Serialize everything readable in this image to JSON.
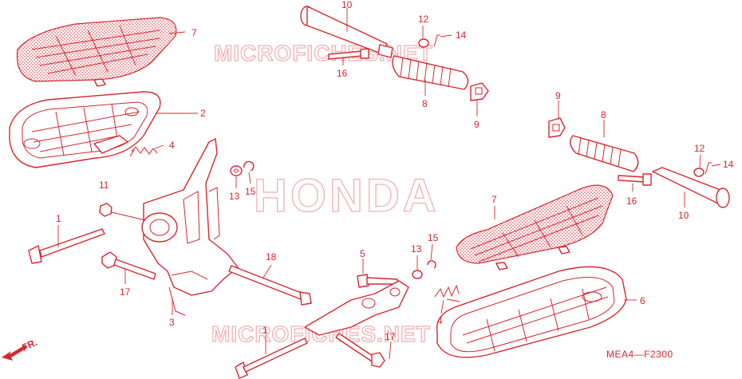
{
  "watermarks": {
    "brand": "HONDA",
    "site_top": "MICROFICHES.NET",
    "site_bottom": "MICROFICHES.NET"
  },
  "diagram_code": "MEA4—F2300",
  "front_arrow_label": "FR.",
  "callouts": {
    "c1_a": "1",
    "c1_b": "1",
    "c2": "2",
    "c3": "3",
    "c4_a": "4",
    "c4_b": "4",
    "c5": "5",
    "c6": "6",
    "c7_a": "7",
    "c7_b": "7",
    "c8_a": "8",
    "c8_b": "8",
    "c9_a": "9",
    "c9_b": "9",
    "c10_a": "10",
    "c10_b": "10",
    "c11": "11",
    "c12_a": "12",
    "c12_b": "12",
    "c13_a": "13",
    "c13_b": "13",
    "c14_a": "14",
    "c14_b": "14",
    "c15_a": "15",
    "c15_b": "15",
    "c16_a": "16",
    "c16_b": "16",
    "c17_a": "17",
    "c17_b": "17",
    "c18": "18"
  },
  "colors": {
    "line": "#d8262f",
    "watermark": "#f2b0b4",
    "background": "#ffffff"
  }
}
